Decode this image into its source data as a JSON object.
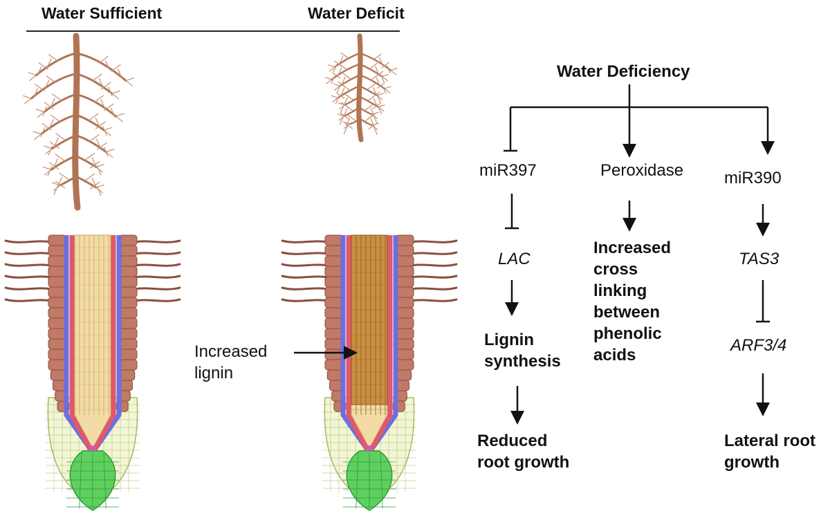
{
  "left_panel": {
    "header_sufficient": "Water Sufficient",
    "header_deficit": "Water Deficit",
    "annotation": "Increased\nlignin"
  },
  "pathway": {
    "root": "Water Deficiency",
    "branches": [
      {
        "steps": [
          "miR397",
          "LAC",
          "Lignin\nsynthesis",
          "Reduced\nroot growth"
        ],
        "relations": [
          "inhibits",
          "inhibits",
          "activates",
          "activates"
        ]
      },
      {
        "steps": [
          "Peroxidase",
          "Increased\ncross\nlinking\nbetween\nphenolic\nacids"
        ],
        "relations": [
          "activates",
          "activates"
        ]
      },
      {
        "steps": [
          "miR390",
          "TAS3",
          "ARF3/4",
          "Lateral root\ngrowth"
        ],
        "relations": [
          "activates",
          "activates",
          "inhibits",
          "activates"
        ]
      }
    ]
  },
  "colors": {
    "root_brown": "#b07454",
    "cortex": "#c07a67",
    "cortex_border": "#8a4e3d",
    "endodermis": "#e0586b",
    "pericycle": "#6d6fe0",
    "stele_normal": "#f2dba5",
    "stele_lignin": "#c98f42",
    "cap": "#5fd060",
    "cap_border": "#2f9a36",
    "meristem": "#f3f6d6",
    "meristem_line": "#a6b760"
  }
}
